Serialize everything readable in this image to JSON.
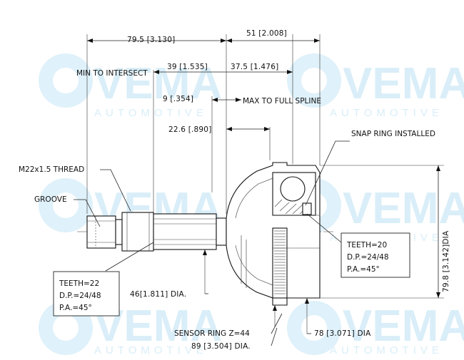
{
  "watermark": {
    "brand": "VEMA",
    "sub": "AUTOMOTIVE"
  },
  "dimensions": {
    "overall_length": "79.5 [3.130]",
    "shaft_width": "51 [2.008]",
    "min_intersect": "MIN TO INTERSECT",
    "d39": "39 [1.535]",
    "d37": "37.5 [1.476]",
    "d9": "9 [.354]",
    "max_spline": "MAX TO FULL SPLINE",
    "d22": "22.6 [.890]",
    "snap_ring": "SNAP RING INSTALLED",
    "thread": "M22x1.5 THREAD",
    "groove": "GROOVE",
    "d46": "46[1.811] DIA.",
    "sensor_ring": "SENSOR RING Z=44",
    "d89": "89 [3.504] DIA.",
    "d78": "78 [3.071] DIA",
    "d79_8": "79.8 [3.142]DIA"
  },
  "spec_left": [
    "TEETH=22",
    "D.P.=24/48",
    "P.A.=45°"
  ],
  "spec_right": [
    "TEETH=20",
    "D.P.=24/48",
    "P.A.=45°"
  ]
}
